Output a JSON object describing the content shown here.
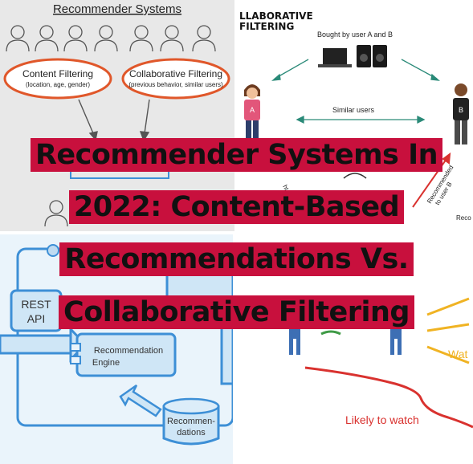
{
  "panel_tl": {
    "heading": "Recommender Systems",
    "content_title": "Content Filtering",
    "content_sub": "(location, age, gender)",
    "collab_title": "Collaborative Filtering",
    "collab_sub": "(previous behavior, similar users)"
  },
  "panel_tr": {
    "heading_line1": "LLABORATIVE",
    "heading_line2": "FILTERING",
    "bought_label": "Bought by user A and B",
    "similar_label": "Similar users",
    "user_a": "A",
    "user_b": "B",
    "recommended_label_1": "Recommended",
    "recommended_label_2": "to user B",
    "bought_by_partial": "ht by u",
    "reco_partial": "Reco"
  },
  "panel_bl": {
    "rest_api_1": "REST",
    "rest_api_2": "API",
    "engine_1": "Recommendation",
    "engine_2": "Engine",
    "recs_1": "Recommen-",
    "recs_2": "dations"
  },
  "panel_br": {
    "watch_partial": "Wat",
    "likely_label": "Likely to watch"
  },
  "title": {
    "line1": "Recommender Systems In",
    "line2": "2022: Content-Based",
    "line3": "Recommendations Vs.",
    "line4": "Collaborative Filtering"
  },
  "colors": {
    "title_bg": "#c8103d",
    "accent_orange": "#e0572a",
    "teal": "#2a8a78",
    "sketch_blue": "#3d8fd6",
    "red_curve": "#d9322f",
    "yellow": "#f0b323"
  }
}
